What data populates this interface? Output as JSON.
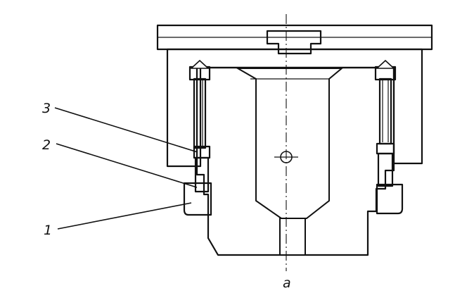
{
  "labels": {
    "part_1": "1",
    "part_2": "2",
    "part_3": "3",
    "view_caption": "a"
  }
}
